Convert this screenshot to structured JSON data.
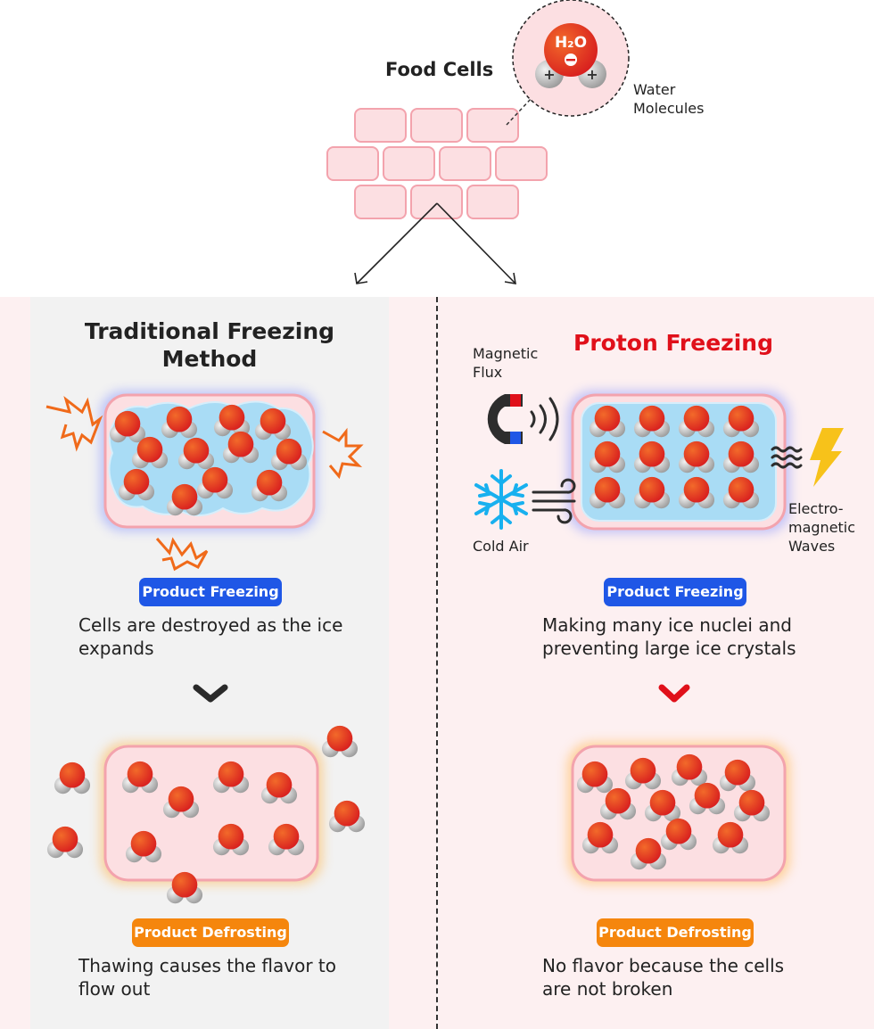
{
  "top": {
    "food_cells_label": "Food Cells",
    "molecule_formula": "H₂O",
    "water_molecules_label_line1": "Water",
    "water_molecules_label_line2": "Molecules"
  },
  "traditional": {
    "title_line1": "Traditional Freezing",
    "title_line2": "Method",
    "freezing_badge": "Product Freezing",
    "freezing_desc_line1": "Cells are destroyed as the ice",
    "freezing_desc_line2": "expands",
    "defrost_badge": "Product Defrosting",
    "defrost_desc_line1": "Thawing causes the flavor to",
    "defrost_desc_line2": "flow out"
  },
  "proton": {
    "title": "Proton Freezing",
    "magnetic_label_line1": "Magnetic",
    "magnetic_label_line2": "Flux",
    "cold_air_label": "Cold Air",
    "em_label_line1": "Electro-",
    "em_label_line2": "magnetic",
    "em_label_line3": "Waves",
    "freezing_badge": "Product Freezing",
    "freezing_desc_line1": "Making many ice nuclei and",
    "freezing_desc_line2": "preventing large ice crystals",
    "defrost_badge": "Product Defrosting",
    "defrost_desc_line1": "No flavor because the cells",
    "defrost_desc_line2": "are not broken"
  },
  "colors": {
    "proton_red": "#e0101a",
    "badge_blue": "#1f57e6",
    "badge_orange": "#f5860d",
    "ice_blue": "#a9dcf5",
    "cell_pink": "#fcdfe2"
  }
}
